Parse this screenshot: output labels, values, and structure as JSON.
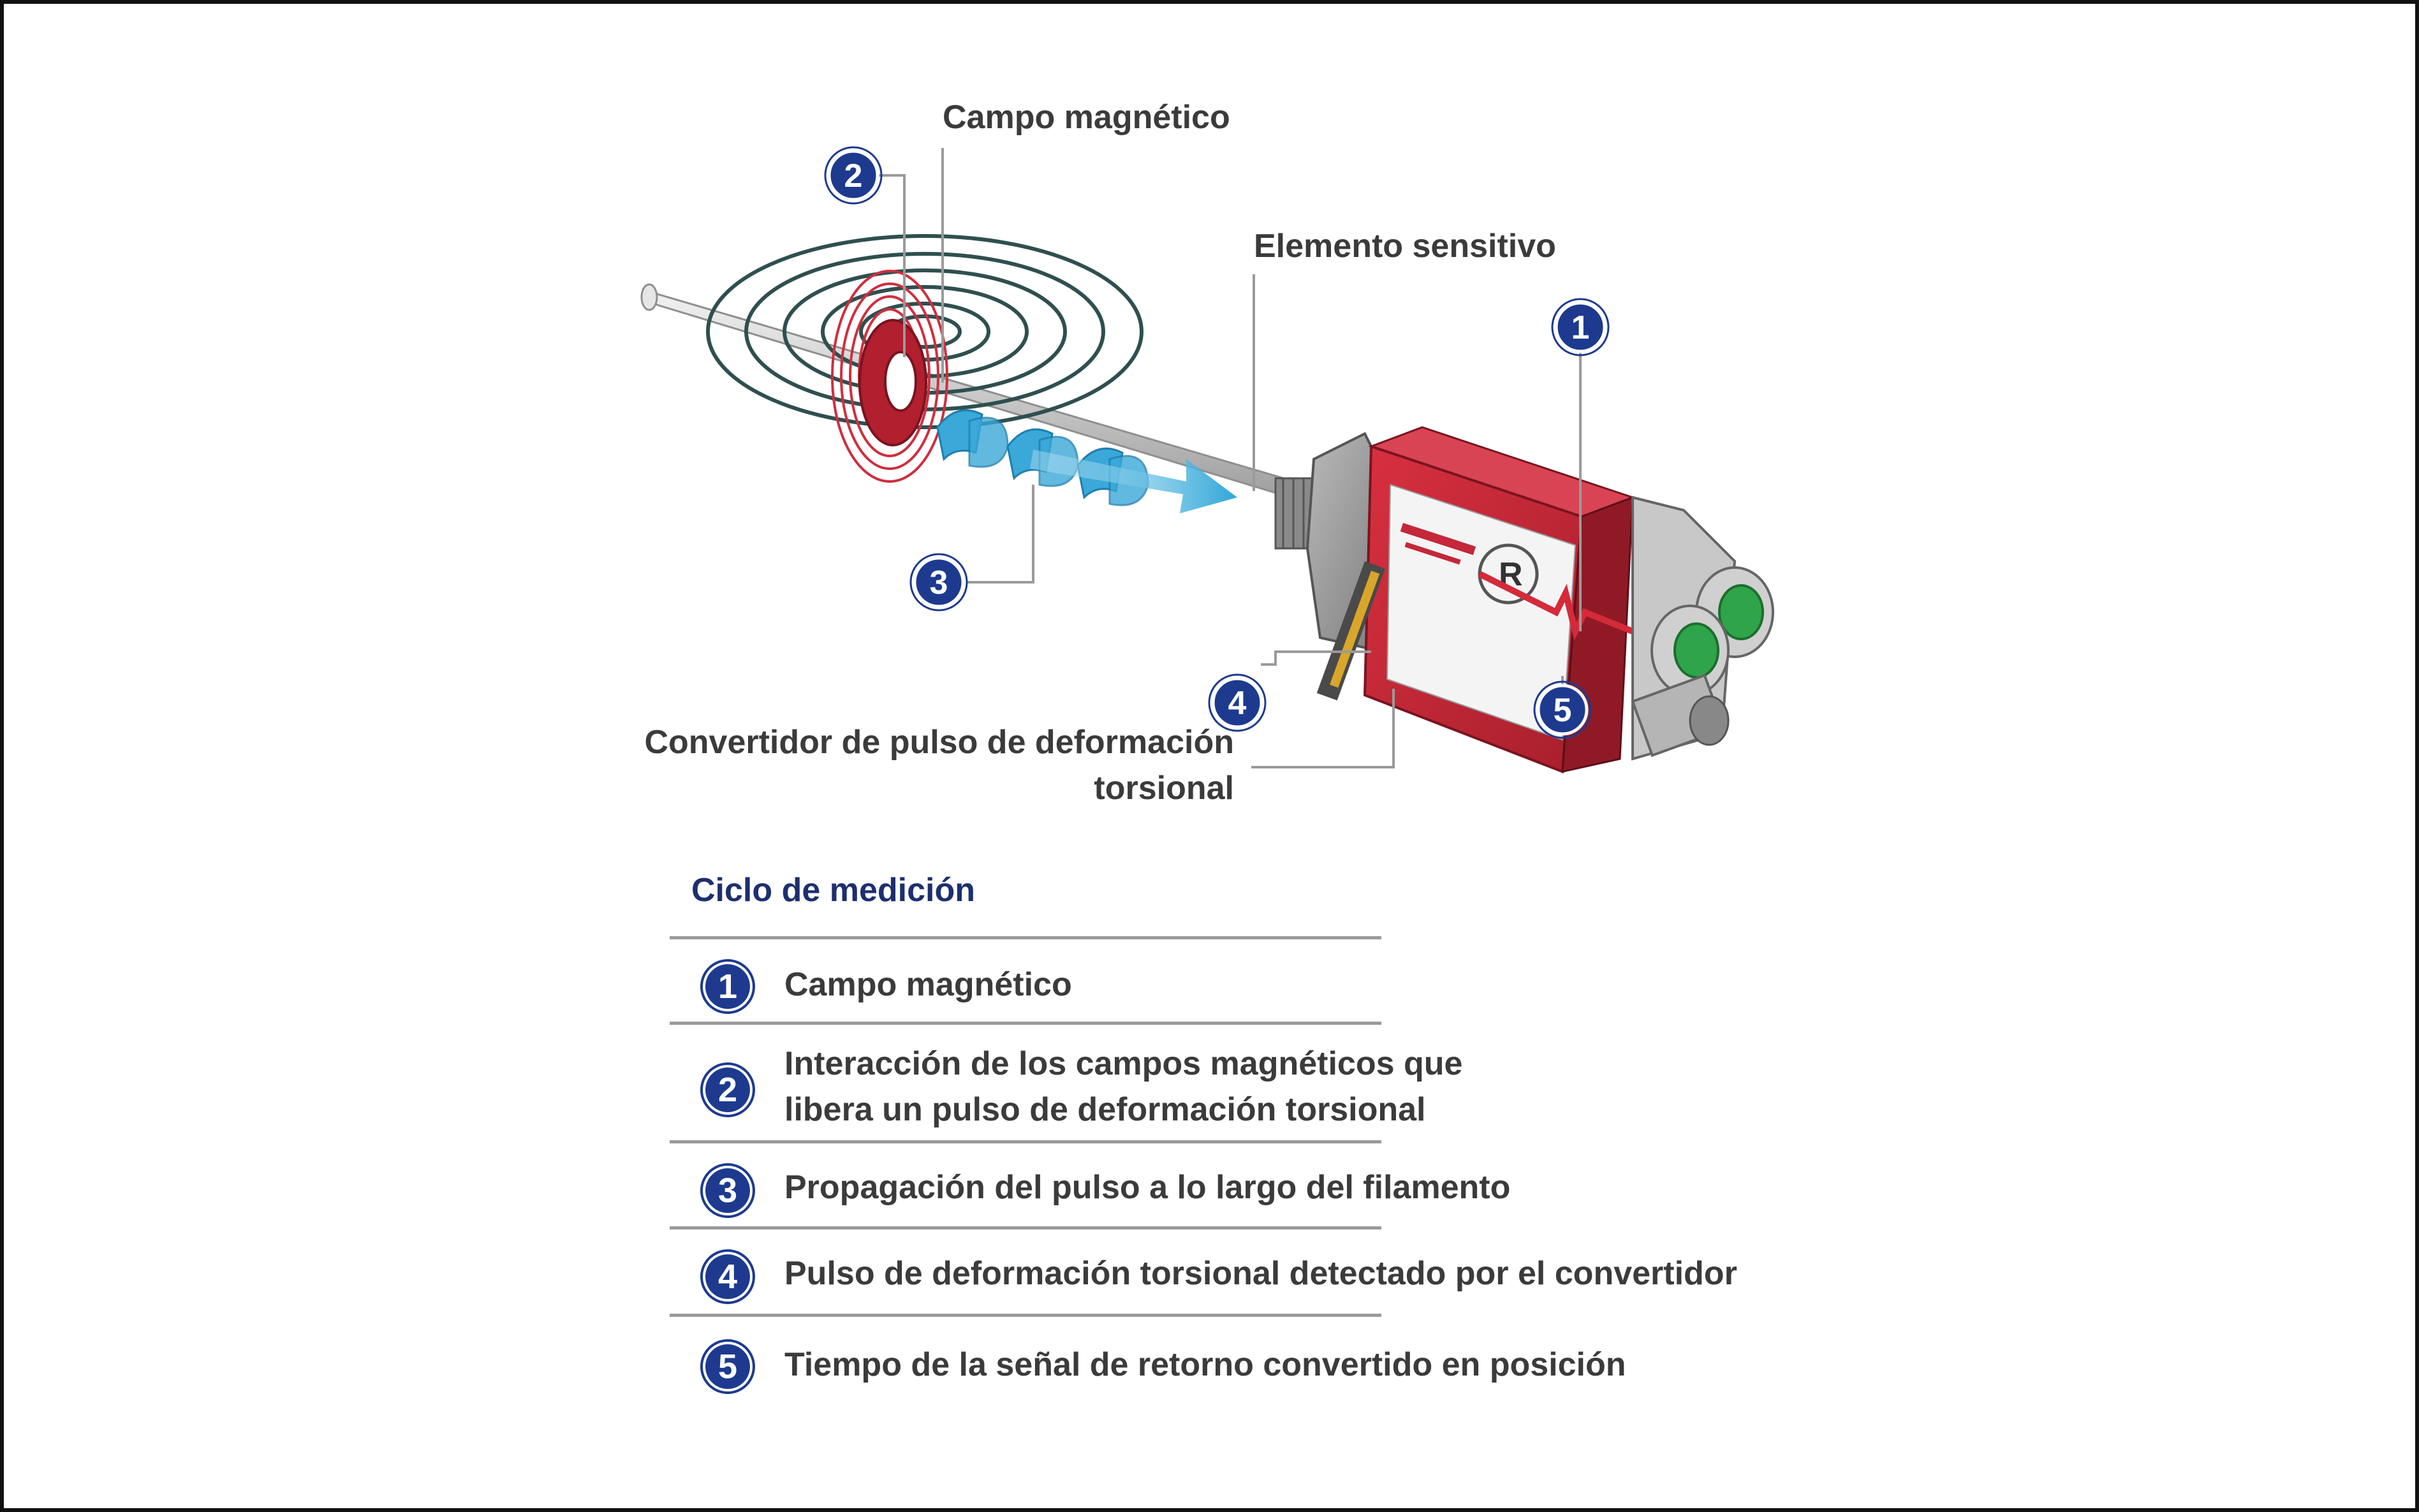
{
  "labels": {
    "campo": "Campo magnético",
    "elemento": "Elemento sensitivo",
    "convertidor": "Convertidor de pulso de deformación torsional"
  },
  "diagram_badges": {
    "b1": "1",
    "b2": "2",
    "b3": "3",
    "b4": "4",
    "b5": "5"
  },
  "legend": {
    "title": "Ciclo de medición",
    "items": [
      {
        "num": "1",
        "text": "Campo magnético"
      },
      {
        "num": "2",
        "line1": "Interacción de los campos magnéticos que",
        "line2": "libera un pulso de deformación torsional"
      },
      {
        "num": "3",
        "text": "Propagación del pulso a lo largo del filamento"
      },
      {
        "num": "4",
        "text": "Pulso de deformación torsional detectado por el convertidor"
      },
      {
        "num": "5",
        "text": "Tiempo de la señal de retorno convertido en posición"
      }
    ]
  },
  "colors": {
    "badge_blue": "#1d3a8f",
    "title_blue": "#1d2f6f",
    "housing_red": "#c4283a",
    "arrow_blue": "#2fa6d8",
    "connector_green": "#2fa44a"
  }
}
